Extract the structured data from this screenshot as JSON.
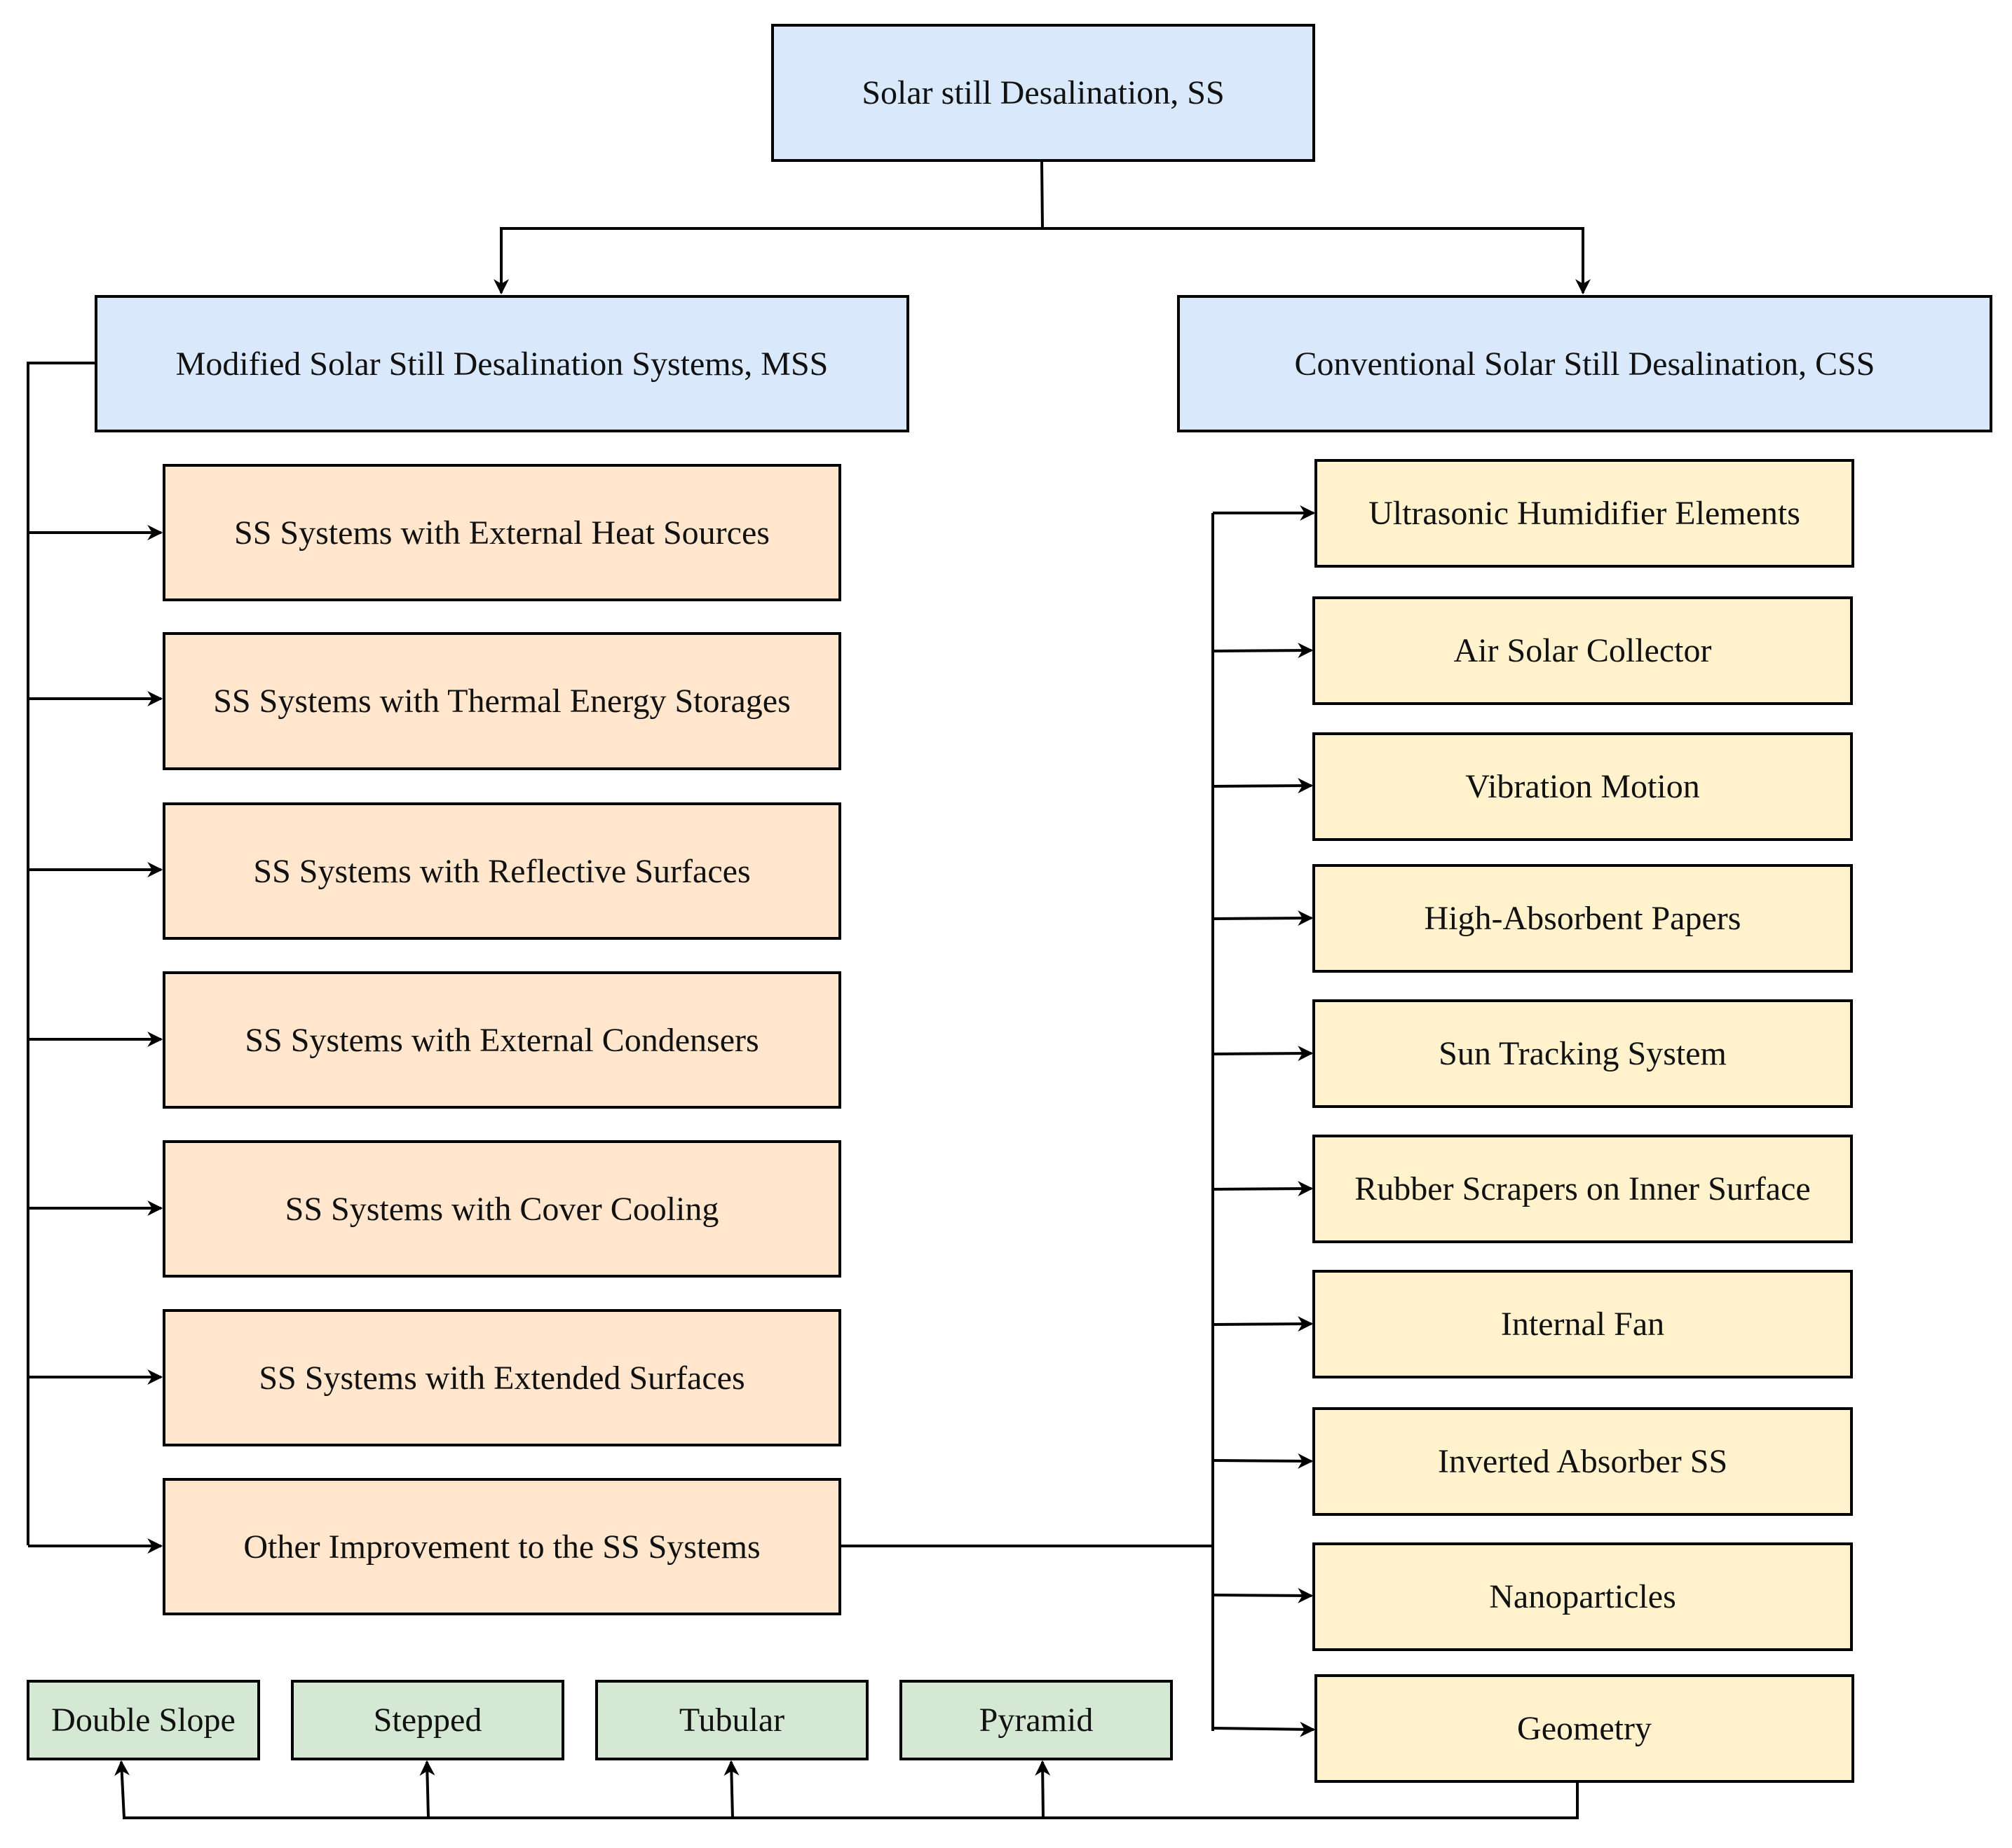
{
  "root": "Solar still Desalination, SS",
  "categories": {
    "modified": "Modified Solar Still Desalination Systems, MSS",
    "conventional": "Conventional Solar Still Desalination, CSS"
  },
  "mss_items": [
    "SS Systems with External Heat Sources",
    "SS Systems with Thermal Energy Storages",
    "SS Systems with Reflective Surfaces",
    "SS Systems with External Condensers",
    "SS Systems with Cover Cooling",
    "SS Systems with Extended Surfaces",
    "Other Improvement to the SS Systems"
  ],
  "css_items": [
    "Ultrasonic Humidifier Elements",
    "Air Solar Collector",
    "Vibration Motion",
    "High-Absorbent Papers",
    "Sun Tracking System",
    "Rubber Scrapers on Inner Surface",
    "Internal Fan",
    "Inverted Absorber SS",
    "Nanoparticles",
    "Geometry"
  ],
  "geometry_types": [
    "Double Slope",
    "Stepped",
    "Tubular",
    "Pyramid"
  ],
  "colors": {
    "root": "#dae8fc",
    "mss": "#ffe6cc",
    "css": "#fff2cc",
    "geometry": "#d5e8d4",
    "stroke": "#000000"
  }
}
